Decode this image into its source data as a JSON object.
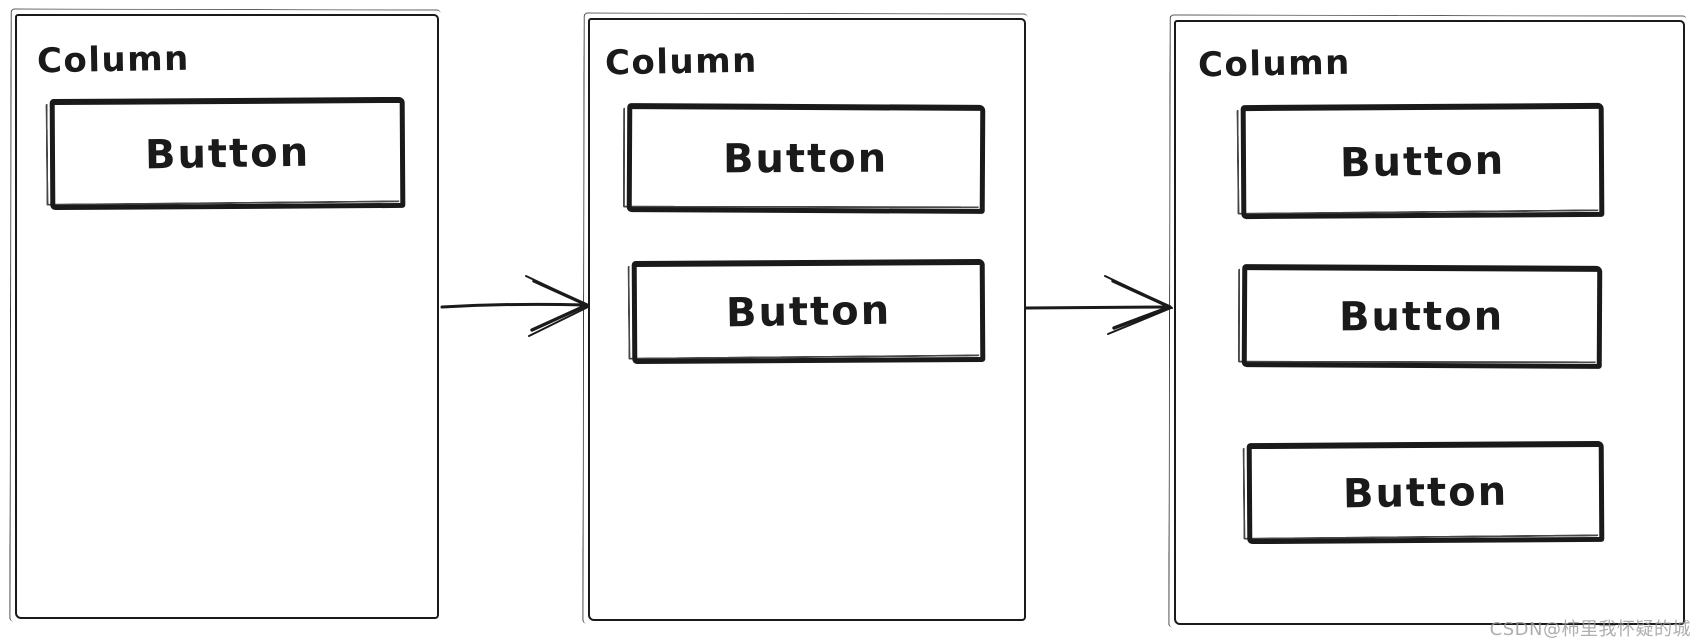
{
  "diagram": {
    "panels": [
      {
        "label": "Column",
        "buttons": [
          {
            "label": "Button"
          }
        ]
      },
      {
        "label": "Column",
        "buttons": [
          {
            "label": "Button"
          },
          {
            "label": "Button"
          }
        ]
      },
      {
        "label": "Column",
        "buttons": [
          {
            "label": "Button"
          },
          {
            "label": "Button"
          },
          {
            "label": "Button"
          }
        ]
      }
    ],
    "arrows": [
      {
        "name": "arrow-1",
        "from": "column-container-1",
        "to": "column-container-2"
      },
      {
        "name": "arrow-2",
        "from": "column-container-2",
        "to": "column-container-3"
      }
    ]
  },
  "watermark": {
    "text": "CSDN@柿里我怀疑的城"
  },
  "colors": {
    "ink": "#1a1a1a",
    "background": "#ffffff",
    "watermark": "#9a9a9a"
  }
}
